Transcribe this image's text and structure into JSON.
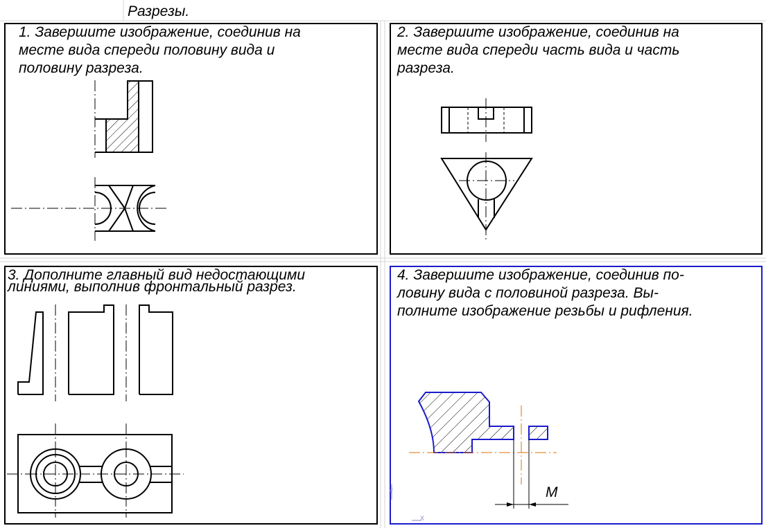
{
  "header": {
    "title": "Разрезы."
  },
  "tasks": [
    {
      "lines": [
        "1. Завершите изображение, соединив на",
        "месте вида спереди половину вида и",
        "половину разреза."
      ]
    },
    {
      "lines": [
        "2. Завершите изображение, соединив на",
        "месте вида спереди часть вида и часть",
        "разреза."
      ]
    },
    {
      "lines": [
        "3. Дополните главный вид недостающими",
        "линиями, выполнив фронтальный разрез."
      ]
    },
    {
      "lines": [
        "4. Завершите изображение, соединив по-",
        "ловину вида с половиной разреза. Вы-",
        "полните изображение резьбы и рифления."
      ]
    }
  ],
  "drawing4": {
    "dimension_label": "M",
    "axis_y_label": "Y",
    "axis_x_label": "X"
  },
  "colors": {
    "frame": "#000000",
    "active_frame": "#1a1acc",
    "center_line_accent": "#e07000",
    "grid": "#d4d4d4"
  }
}
